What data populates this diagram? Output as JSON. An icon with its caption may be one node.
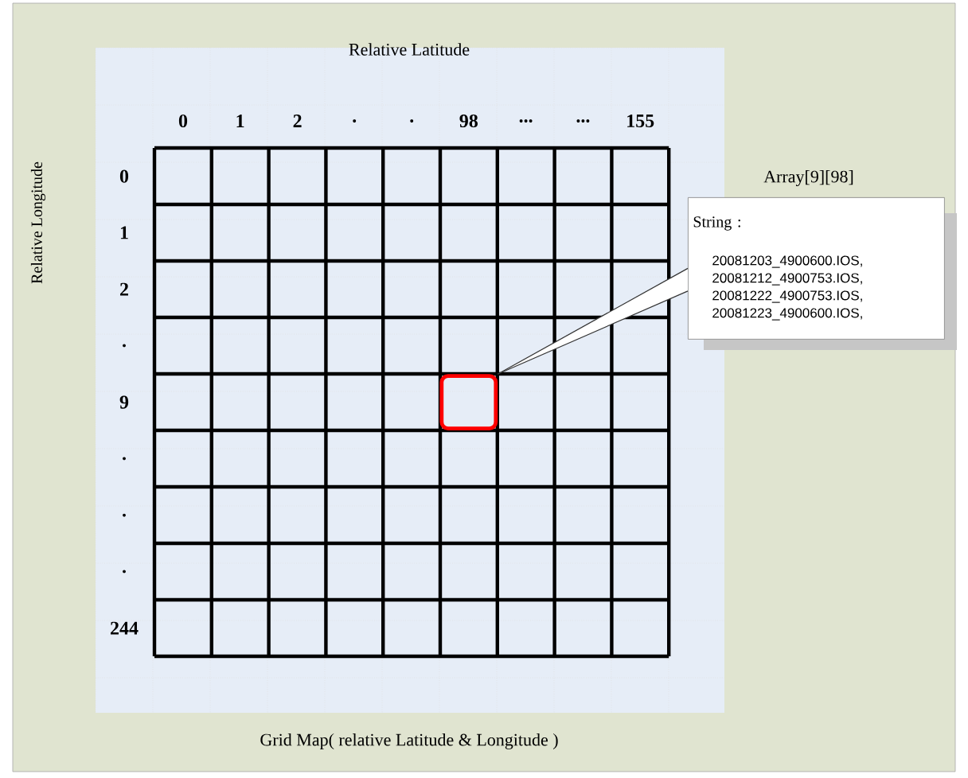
{
  "diagram": {
    "caption": "Grid Map( relative Latitude & Longitude )",
    "nodes": [
      {
        "text": [
          "String :",
          "20081203_4900600.IOS, 20081212_4900753.IOS, 20081222_4900753.IOS, 20081223_4900600.IOS,"
        ],
        "beside": [
          "Array[9][98]"
        ]
      },
      {
        "text": [],
        "shape": "box"
      }
    ],
    "edges": [
      {
        "from": 0,
        "to": 1,
        "arrow": "none"
      }
    ],
    "labels": [
      "Relative Latitude",
      "0",
      "1",
      "2",
      ".",
      ".",
      "98",
      "...",
      "...",
      "155",
      "0",
      "1",
      "2",
      ".",
      "9",
      ".",
      ".",
      ".",
      "244",
      "Relative Longitude"
    ]
  }
}
